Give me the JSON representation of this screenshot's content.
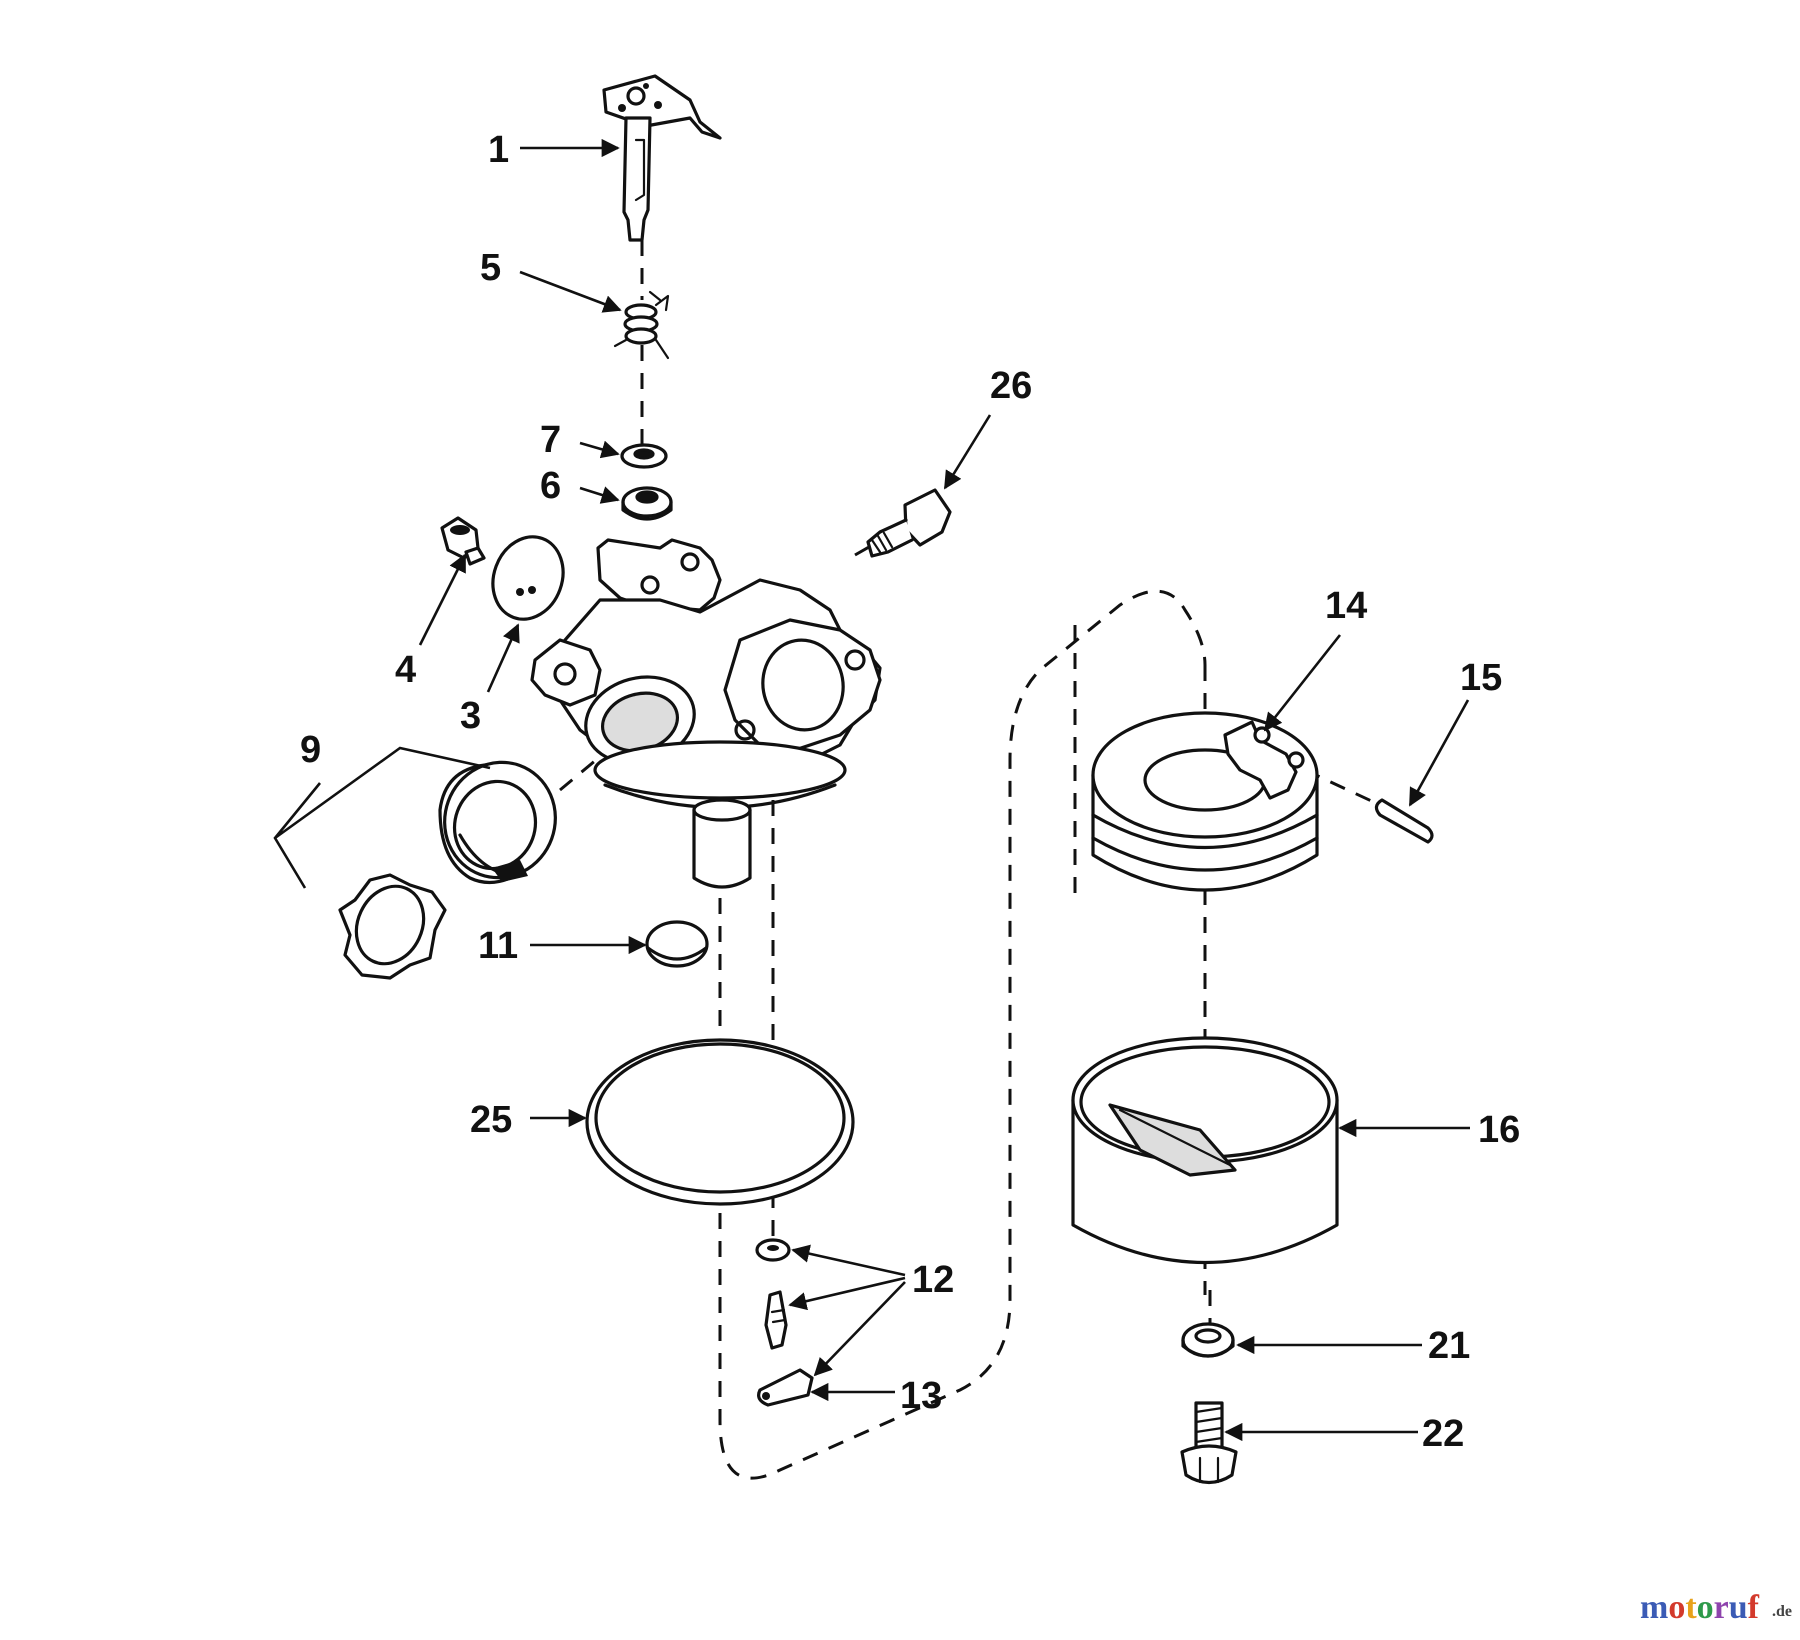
{
  "diagram": {
    "callouts": {
      "c1": "1",
      "c5": "5",
      "c26": "26",
      "c7": "7",
      "c6": "6",
      "c4": "4",
      "c3": "3",
      "c14": "14",
      "c15": "15",
      "c9": "9",
      "c11": "11",
      "c25": "25",
      "c16": "16",
      "c12": "12",
      "c13": "13",
      "c21": "21",
      "c22": "22"
    },
    "watermark": {
      "text": "motoruf",
      "suffix": ".de",
      "colors": [
        "#3b5bb5",
        "#d33a2c",
        "#e8a21b",
        "#2e9a4a",
        "#8e44ad",
        "#3b5bb5",
        "#d33a2c"
      ]
    }
  }
}
